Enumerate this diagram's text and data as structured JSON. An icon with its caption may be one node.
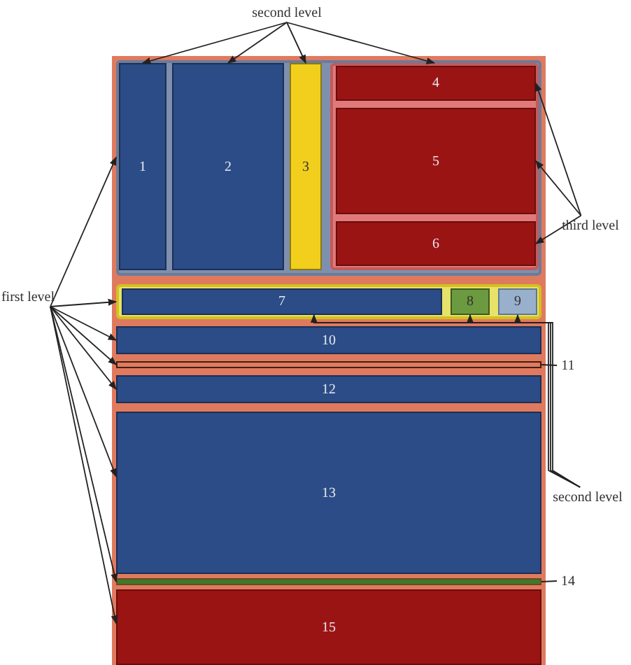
{
  "diagram": {
    "nodes": [
      {
        "text": [
          "second level"
        ]
      },
      {
        "text": [],
        "shape": "box"
      },
      {
        "text": [
          "1"
        ],
        "in": 1
      },
      {
        "text": [
          "2"
        ],
        "in": 1
      },
      {
        "text": [
          "3"
        ],
        "in": 1
      },
      {
        "text": [],
        "shape": "box",
        "in": 1
      },
      {
        "text": [
          "4"
        ],
        "in": 5
      },
      {
        "text": [
          "5"
        ],
        "in": 5
      },
      {
        "text": [
          "6"
        ],
        "in": 5
      },
      {
        "text": [
          "third level"
        ]
      },
      {
        "text": [
          "first level"
        ]
      },
      {
        "text": [],
        "shape": "box"
      },
      {
        "text": [
          "7"
        ],
        "in": 11
      },
      {
        "text": [
          "8"
        ],
        "in": 11
      },
      {
        "text": [
          "9"
        ],
        "in": 11
      },
      {
        "text": [
          "10"
        ]
      },
      {
        "text": [],
        "shape": "bar"
      },
      {
        "text": [
          "11"
        ]
      },
      {
        "text": [
          "12"
        ]
      },
      {
        "text": [
          "13"
        ]
      },
      {
        "text": [
          "second level"
        ]
      },
      {
        "text": [],
        "shape": "bar"
      },
      {
        "text": [
          "14"
        ]
      },
      {
        "text": [
          "15"
        ]
      }
    ],
    "edges": [
      {
        "from": 0,
        "to": 2,
        "arrow": "to"
      },
      {
        "from": 0,
        "to": 3,
        "arrow": "to"
      },
      {
        "from": 0,
        "to": 4,
        "arrow": "to"
      },
      {
        "from": 0,
        "to": 5,
        "arrow": "to"
      },
      {
        "from": 9,
        "to": 6,
        "arrow": "to"
      },
      {
        "from": 9,
        "to": 7,
        "arrow": "to"
      },
      {
        "from": 9,
        "to": 8,
        "arrow": "to"
      },
      {
        "from": 10,
        "to": 1,
        "arrow": "to"
      },
      {
        "from": 10,
        "to": 11,
        "arrow": "to"
      },
      {
        "from": 10,
        "to": 15,
        "arrow": "to"
      },
      {
        "from": 10,
        "to": 16,
        "arrow": "to"
      },
      {
        "from": 10,
        "to": 18,
        "arrow": "to"
      },
      {
        "from": 10,
        "to": 19,
        "arrow": "to"
      },
      {
        "from": 10,
        "to": 21,
        "arrow": "to"
      },
      {
        "from": 10,
        "to": 23,
        "arrow": "to"
      },
      {
        "from": 20,
        "to": 12,
        "arrow": "to"
      },
      {
        "from": 20,
        "to": 13,
        "arrow": "to"
      },
      {
        "from": 20,
        "to": 14,
        "arrow": "to"
      },
      {
        "from": 17,
        "to": 16,
        "arrow": "none"
      },
      {
        "from": 22,
        "to": 21,
        "arrow": "none"
      }
    ]
  }
}
